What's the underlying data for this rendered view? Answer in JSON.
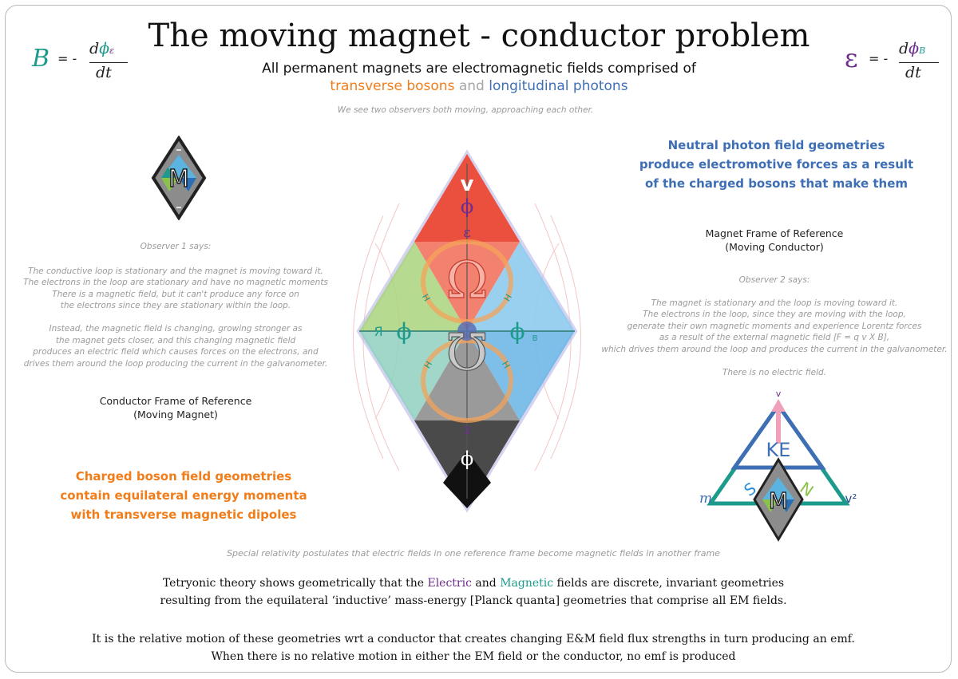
{
  "title": "The moving magnet - conductor problem",
  "subtitle_line1": "All permanent magnets are electromagnetic fields comprised of",
  "subtitle_bosons": "transverse bosons",
  "subtitle_and": "and",
  "subtitle_photons": "longitudinal photons",
  "intro": "We see two observers both moving, approaching each other.",
  "left_equation": {
    "lhs": "B",
    "eq": "= -",
    "num_d": "d",
    "num_phi": "ϕ",
    "num_sub": "ε",
    "den": "dt"
  },
  "right_equation": {
    "lhs": "ε",
    "eq": "= -",
    "num_d": "d",
    "num_phi": "ϕ",
    "num_sub": "B",
    "den": "dt"
  },
  "observer1": {
    "heading": "Observer 1 says:",
    "lines": [
      "The conductive loop is stationary and the magnet is moving toward it.",
      "The electrons in the loop are stationary and have no magnetic moments",
      "There is a magnetic field, but it can't produce any force on",
      "the electrons since they are stationary within the loop.",
      "",
      "Instead, the magnetic field is changing, growing stronger as",
      "the magnet gets closer, and this changing magnetic field",
      "produces an electric field which causes forces on the electrons, and",
      "drives them around the loop producing the current in the galvanometer."
    ],
    "frame_title": "Conductor Frame of Reference",
    "frame_sub": "(Moving Magnet)"
  },
  "observer2": {
    "heading": "Observer 2 says:",
    "lines": [
      "The magnet is stationary and the loop is moving toward it.",
      "The electrons in the loop, since they are moving with the loop,",
      "generate their own magnetic moments and  experience Lorentz forces",
      "as a result of the external magnetic field    [F = q v X B],",
      "which drives them around the loop and  produces the current in the galvanometer.",
      "",
      "There is no electric field."
    ],
    "frame_title": "Magnet Frame of Reference",
    "frame_sub": "(Moving Conductor)"
  },
  "neutral_text": [
    "Neutral photon field geometries",
    "produce electromotive forces as a result",
    "of the charged bosons that make them"
  ],
  "charged_text": [
    "Charged boson field geometries",
    "contain equilateral energy momenta",
    "with transverse magnetic dipoles"
  ],
  "diagram_labels": {
    "v": "v",
    "phi_top": "ϕ",
    "eps_top": "ε",
    "omega": "Ω",
    "phi_left": "ϕ",
    "left_mark": "Я",
    "phi_right": "ϕ",
    "right_sub": "B",
    "eps_bottom": "ε",
    "phi_bottom": "ϕ",
    "small_left_upper": "H",
    "small_right_upper": "H",
    "small_left_lower": "H",
    "small_right_lower": "H"
  },
  "small_magnet": {
    "letter": "M"
  },
  "ke_diagram": {
    "v_top": "v",
    "ke": "KE",
    "m": "m",
    "v2": "v²",
    "s": "S",
    "n": "N",
    "letter": "M"
  },
  "bottom_note": "Special relativity postulates that electric fields in one reference frame become magnetic fields in another frame",
  "theory": {
    "pre": "Tetryonic theory shows geometrically that the ",
    "electric": "Electric",
    "and": " and ",
    "magnetic": "Magnetic",
    "post": " fields are discrete, invariant geometries",
    "line2": "resulting from the equilateral ‘inductive’ mass-energy [Planck quanta] geometries that comprise all EM fields."
  },
  "conclusion": [
    "It is the relative motion of these geometries wrt a conductor that creates changing E&M field flux strengths in turn producing an emf.",
    "When there is no relative motion in either the EM field or the conductor, no emf is produced"
  ],
  "colors": {
    "orange": "#f07d1a",
    "blue": "#3e6fb5",
    "purple": "#6b2d8e",
    "teal": "#1c9a8c",
    "red": "#e8413a",
    "green": "#8bc34a",
    "skyblue": "#6fc2e8",
    "grey": "#8c8c8c"
  }
}
